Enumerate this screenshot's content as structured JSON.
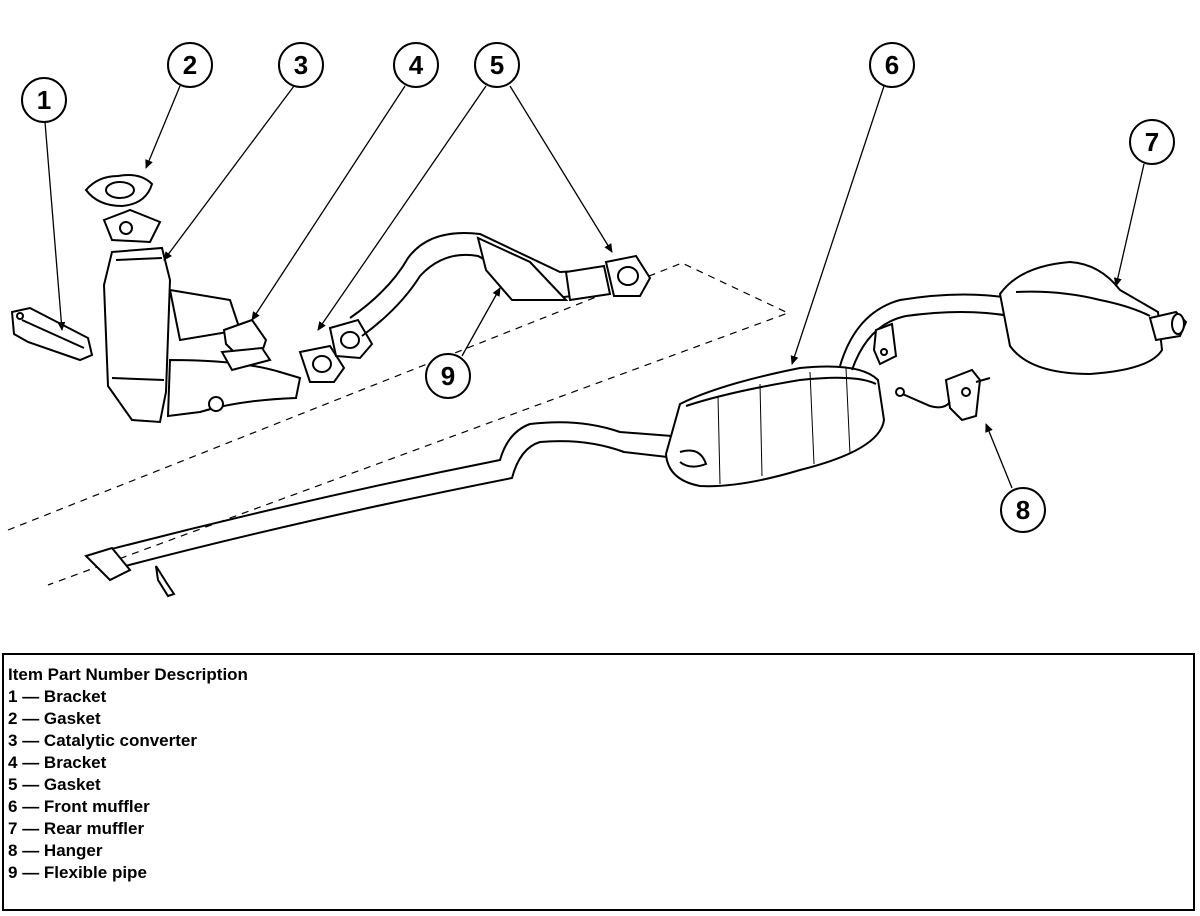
{
  "callouts": [
    "1",
    "2",
    "3",
    "4",
    "5",
    "6",
    "7",
    "8",
    "9"
  ],
  "legend": {
    "header": "Item Part Number Description",
    "items": [
      {
        "item": "1",
        "description": "Bracket"
      },
      {
        "item": "2",
        "description": "Gasket"
      },
      {
        "item": "3",
        "description": "Catalytic converter"
      },
      {
        "item": "4",
        "description": "Bracket"
      },
      {
        "item": "5",
        "description": "Gasket"
      },
      {
        "item": "6",
        "description": "Front muffler"
      },
      {
        "item": "7",
        "description": "Rear muffler"
      },
      {
        "item": "8",
        "description": "Hanger"
      },
      {
        "item": "9",
        "description": "Flexible pipe"
      }
    ]
  }
}
